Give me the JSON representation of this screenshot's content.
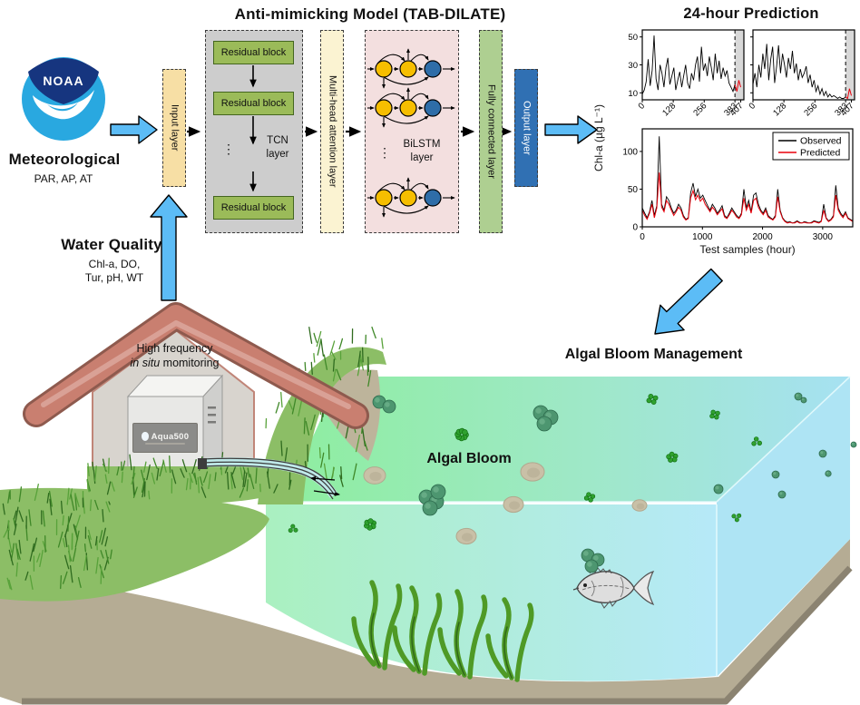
{
  "model": {
    "title": "Anti-mimicking Model (TAB-DILATE)",
    "input_label": "Input layer",
    "residual_label": "Residual block",
    "tcn_line1": "TCN",
    "tcn_line2": "layer",
    "mha_label": "Multi-head attention layer",
    "bilstm_line1": "BiLSTM",
    "bilstm_line2": "layer",
    "fc_label": "Fully connected layer",
    "output_label": "Output layer",
    "dots": "⋮"
  },
  "inputs": {
    "noaa": "NOAA",
    "met_title": "Meteorological",
    "met_vars": "PAR, AP, AT",
    "wq_title": "Water Quality",
    "wq_vars1": "Chl-a, DO,",
    "wq_vars2": "Tur, pH, WT"
  },
  "prediction": {
    "title": "24-hour Prediction",
    "ylabel": "Chl-a (µg L⁻¹)",
    "xlabel": "Test samples (hour)"
  },
  "scene": {
    "house_line1": "High frequency",
    "house_in_situ": "in situ",
    "house_monitoring": "momitoring",
    "machine_label": "Aqua500",
    "bloom_label": "Algal Bloom",
    "management_label": "Algal Bloom Management"
  },
  "colors": {
    "arrow_blue": "#5cbcf6",
    "observed": "#000000",
    "predicted": "#e8000b",
    "noaa_dark": "#16357f",
    "noaa_light": "#29a8e0",
    "input_layer": "#f7dfa5",
    "attention_layer": "#fbf3d2",
    "residual_block": "#9bbb59",
    "bilstm_panel": "#f3dfdf",
    "fully_connected": "#aecf91",
    "output_layer": "#3070b3",
    "node_yellow": "#f6be00",
    "node_blue": "#2e6da8",
    "water_green": "#8dee9d",
    "water_blue": "#a6e1f2",
    "sediment": "#b5ac94",
    "roof": "#c97f70",
    "grass": "#8cbe66"
  },
  "chart_data": [
    {
      "type": "line",
      "panel": "24h-window-1",
      "xlim": [
        0,
        420
      ],
      "ylim": [
        5,
        55
      ],
      "x_ticks": [
        "0",
        "128",
        "256",
        "383",
        "407"
      ],
      "y_ticks": [
        "10",
        "30",
        "50"
      ],
      "forecast_start": 383,
      "series": [
        {
          "name": "Observed",
          "color": "#000000",
          "width": 0.9,
          "x_start": 0,
          "x_end": 383,
          "values": [
            9,
            12,
            18,
            34,
            15,
            26,
            51,
            20,
            12,
            30,
            24,
            14,
            28,
            35,
            16,
            22,
            28,
            12,
            19,
            25,
            14,
            22,
            30,
            17,
            13,
            24,
            19,
            30,
            36,
            18,
            43,
            26,
            31,
            22,
            36,
            28,
            19,
            38,
            24,
            33,
            20,
            28,
            22,
            26,
            17,
            14,
            11,
            16
          ]
        },
        {
          "name": "Predicted",
          "color": "#e8000b",
          "width": 1,
          "x_start": 383,
          "x_end": 407,
          "values": [
            16,
            11,
            19,
            14
          ]
        }
      ]
    },
    {
      "type": "line",
      "panel": "24h-window-2",
      "xlim": [
        0,
        420
      ],
      "ylim": [
        5,
        55
      ],
      "x_ticks": [
        "0",
        "128",
        "256",
        "383",
        "407"
      ],
      "y_ticks": [
        "10",
        "30",
        "50"
      ],
      "forecast_start": 383,
      "series": [
        {
          "name": "Observed",
          "color": "#000000",
          "width": 0.9,
          "x_start": 0,
          "x_end": 383,
          "values": [
            16,
            24,
            14,
            30,
            21,
            38,
            27,
            45,
            19,
            34,
            43,
            17,
            29,
            44,
            24,
            38,
            30,
            21,
            35,
            27,
            40,
            24,
            31,
            19,
            27,
            21,
            24,
            29,
            17,
            23,
            14,
            19,
            11,
            15,
            9,
            13,
            8,
            11,
            7,
            9,
            7,
            8,
            7,
            6,
            7,
            6,
            6,
            7
          ]
        },
        {
          "name": "Predicted",
          "color": "#e8000b",
          "width": 1,
          "x_start": 383,
          "x_end": 407,
          "values": [
            7,
            6,
            13,
            8
          ]
        }
      ]
    },
    {
      "type": "line",
      "panel": "full-test-set",
      "xlabel": "Test samples (hour)",
      "xlim": [
        0,
        3500
      ],
      "ylim": [
        0,
        130
      ],
      "x_ticks": [
        "0",
        "1000",
        "2000",
        "3000"
      ],
      "y_ticks": [
        "0",
        "50",
        "100"
      ],
      "legend_position": "upper right",
      "series": [
        {
          "name": "Observed",
          "color": "#000000",
          "width": 0.9,
          "values": [
            25,
            18,
            12,
            20,
            35,
            15,
            28,
            120,
            30,
            22,
            40,
            35,
            25,
            18,
            22,
            30,
            25,
            15,
            10,
            12,
            45,
            58,
            40,
            50,
            38,
            42,
            35,
            28,
            22,
            30,
            25,
            18,
            22,
            28,
            15,
            12,
            18,
            25,
            20,
            15,
            12,
            18,
            50,
            25,
            35,
            20,
            42,
            45,
            30,
            22,
            18,
            25,
            15,
            12,
            10,
            15,
            50,
            22,
            12,
            8,
            6,
            7,
            5,
            6,
            8,
            6,
            5,
            7,
            6,
            5,
            6,
            8,
            7,
            6,
            8,
            30,
            12,
            8,
            10,
            15,
            55,
            25,
            18,
            14,
            20,
            12,
            10,
            8
          ]
        },
        {
          "name": "Predicted",
          "color": "#e8000b",
          "width": 1,
          "values": [
            22,
            15,
            10,
            18,
            30,
            12,
            25,
            72,
            26,
            20,
            35,
            30,
            22,
            15,
            20,
            26,
            22,
            13,
            9,
            11,
            38,
            48,
            36,
            42,
            34,
            38,
            30,
            25,
            20,
            26,
            22,
            16,
            20,
            24,
            13,
            11,
            16,
            22,
            18,
            13,
            11,
            16,
            38,
            22,
            30,
            18,
            35,
            38,
            26,
            20,
            16,
            22,
            13,
            11,
            9,
            13,
            40,
            20,
            11,
            7,
            5,
            6,
            5,
            5,
            7,
            5,
            5,
            6,
            5,
            5,
            5,
            7,
            6,
            5,
            7,
            22,
            11,
            7,
            9,
            13,
            42,
            22,
            16,
            12,
            18,
            11,
            9,
            7
          ]
        }
      ]
    }
  ]
}
